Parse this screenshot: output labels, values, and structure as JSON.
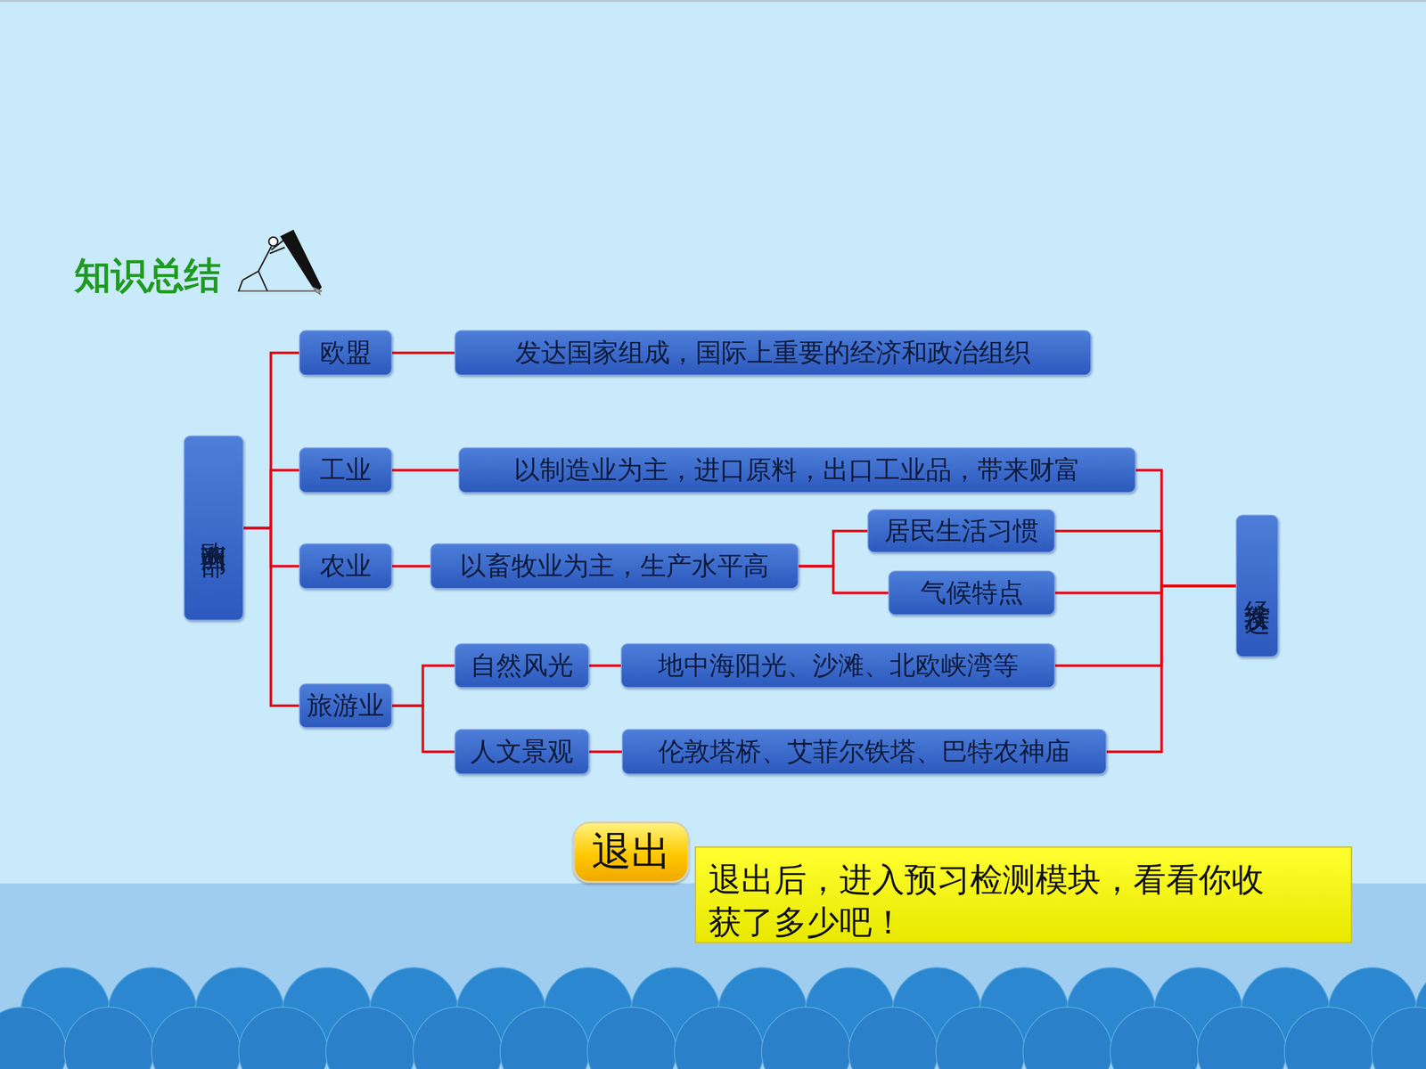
{
  "diagram": {
    "title": "知识总结",
    "nodes": [
      {
        "text": [
          "欧洲西部"
        ]
      },
      {
        "text": [
          "欧盟"
        ]
      },
      {
        "text": [
          "发达国家组成，国际上重要的经济和政治组织"
        ]
      },
      {
        "text": [
          "工业"
        ]
      },
      {
        "text": [
          "以制造业为主，进口原料，出口工业品，带来财富"
        ]
      },
      {
        "text": [
          "农业"
        ]
      },
      {
        "text": [
          "以畜牧业为主，生产水平高"
        ]
      },
      {
        "text": [
          "居民生活习惯"
        ]
      },
      {
        "text": [
          "气候特点"
        ]
      },
      {
        "text": [
          "旅游业"
        ]
      },
      {
        "text": [
          "自然风光"
        ]
      },
      {
        "text": [
          "地中海阳光、沙滩、北欧峡湾等"
        ]
      },
      {
        "text": [
          "人文景观"
        ]
      },
      {
        "text": [
          "伦敦塔桥、艾菲尔铁塔、巴特农神庙"
        ]
      },
      {
        "text": [
          "经济发达"
        ]
      },
      {
        "text": [
          "退出"
        ]
      },
      {
        "text": [
          "退出后，进入预习检测模块，看看你收获了多少吧！"
        ]
      }
    ],
    "edges": [
      {
        "from": 0,
        "to": 1,
        "arrow": "none"
      },
      {
        "from": 0,
        "to": 3,
        "arrow": "none"
      },
      {
        "from": 0,
        "to": 5,
        "arrow": "none"
      },
      {
        "from": 0,
        "to": 9,
        "arrow": "none"
      },
      {
        "from": 1,
        "to": 2,
        "arrow": "none"
      },
      {
        "from": 3,
        "to": 4,
        "arrow": "none"
      },
      {
        "from": 5,
        "to": 6,
        "arrow": "none"
      },
      {
        "from": 6,
        "to": 7,
        "arrow": "none"
      },
      {
        "from": 6,
        "to": 8,
        "arrow": "none"
      },
      {
        "from": 9,
        "to": 10,
        "arrow": "none"
      },
      {
        "from": 9,
        "to": 12,
        "arrow": "none"
      },
      {
        "from": 10,
        "to": 11,
        "arrow": "none"
      },
      {
        "from": 12,
        "to": 13,
        "arrow": "none"
      },
      {
        "from": 4,
        "to": 14,
        "arrow": "none"
      },
      {
        "from": 7,
        "to": 14,
        "arrow": "none"
      },
      {
        "from": 8,
        "to": 14,
        "arrow": "none"
      },
      {
        "from": 11,
        "to": 14,
        "arrow": "none"
      },
      {
        "from": 13,
        "to": 14,
        "arrow": "none"
      }
    ]
  }
}
